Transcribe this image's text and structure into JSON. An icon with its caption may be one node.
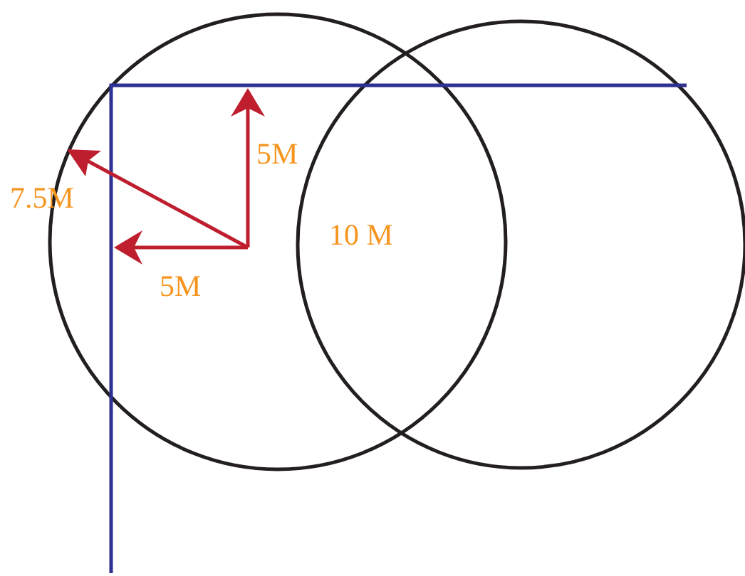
{
  "diagram": {
    "labels": [
      "5M",
      "7.5M",
      "10 M",
      "5M"
    ]
  }
}
